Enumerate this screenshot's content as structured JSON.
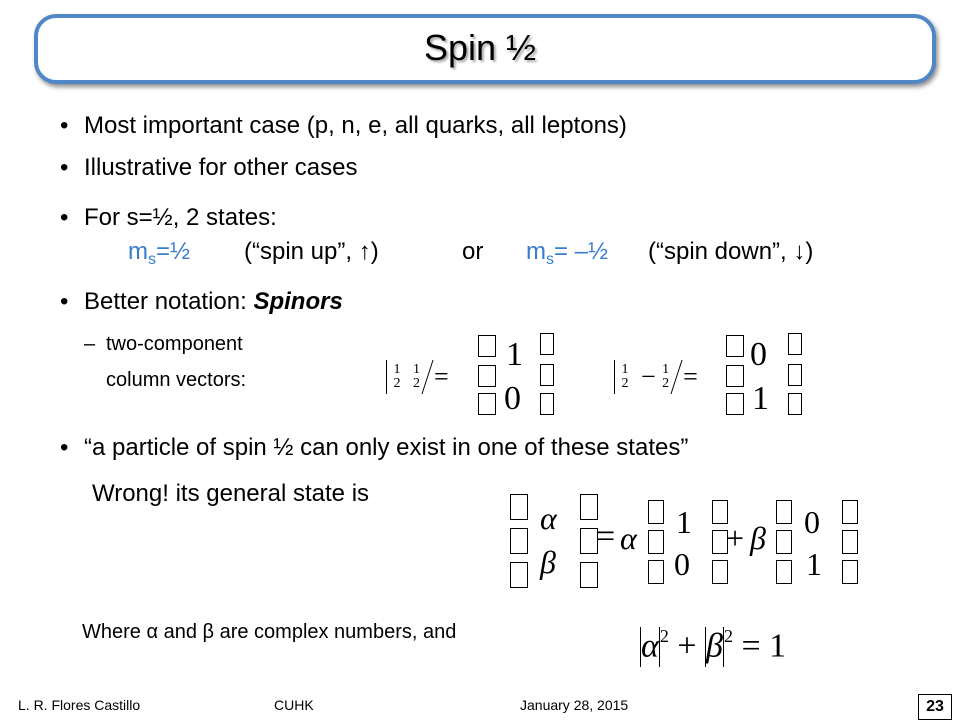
{
  "title": "Spin ½",
  "bullets": {
    "b1": "Most important case (p, n, e, all quarks, all leptons)",
    "b2": "Illustrative for other cases",
    "b3": "For s=½, 2 states:",
    "b4_label": "Better notation: ",
    "b4_em": "Spinors",
    "b5": "“a particle of spin ½ can only exist in one of these states”"
  },
  "states": {
    "ms_up": "m",
    "ms_sub": "s",
    "ms_up_val": "=½",
    "up_text": "(“spin up”, ↑)",
    "or": "or",
    "ms_down_val": "= –½",
    "down_text": "(“spin down”, ↓)"
  },
  "sub_bullet": {
    "dash": "–",
    "line1": "two-component",
    "line2": "column vectors:"
  },
  "wrong": "Wrong! its general state is",
  "where": "Where α and β are complex numbers, and",
  "math": {
    "half": "1",
    "two": "2",
    "minus": "−",
    "equals": "=",
    "one": "1",
    "zero": "0",
    "alpha": "α",
    "beta": "β",
    "plus": "+",
    "sq": "2"
  },
  "footer": {
    "author": "L. R. Flores Castillo",
    "org": "CUHK",
    "date": "January 28, 2015",
    "page": "23"
  }
}
